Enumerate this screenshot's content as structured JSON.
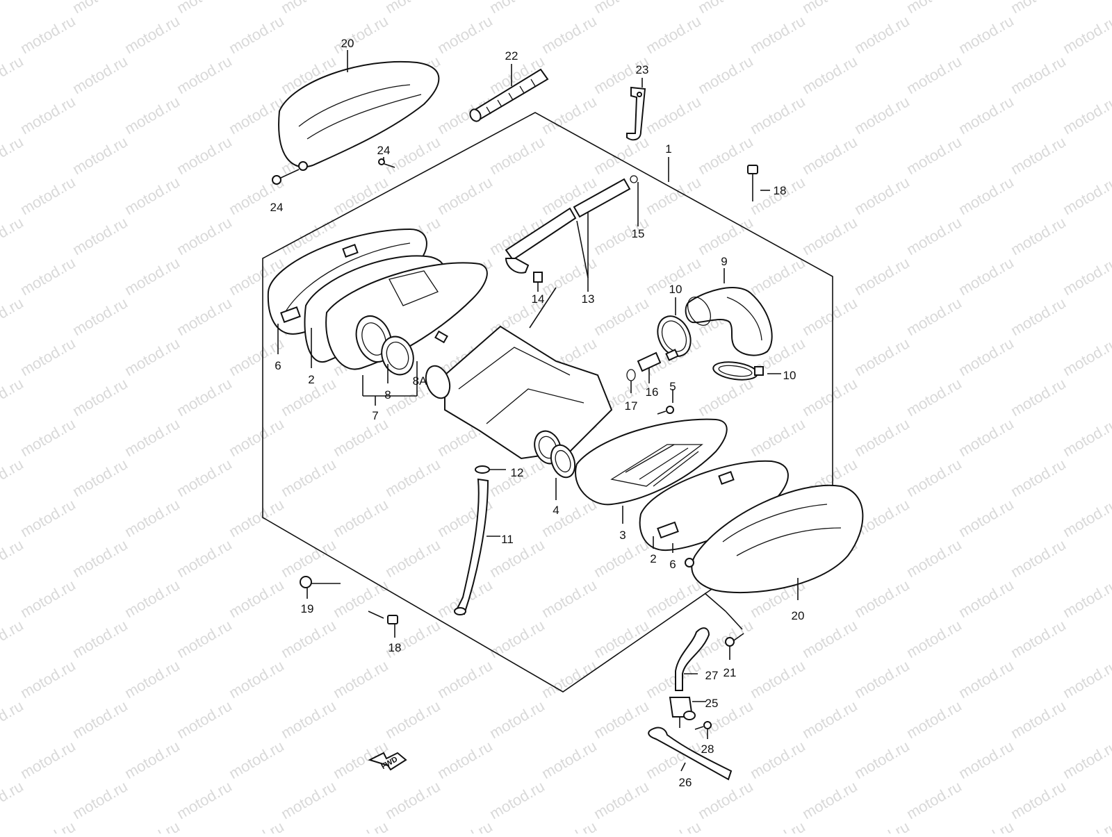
{
  "watermark": "motod.ru",
  "fwd_label": "FWD",
  "callouts": [
    {
      "id": "c20a",
      "text": "20"
    },
    {
      "id": "c22",
      "text": "22"
    },
    {
      "id": "c23",
      "text": "23"
    },
    {
      "id": "c24a",
      "text": "24"
    },
    {
      "id": "c24b",
      "text": "24"
    },
    {
      "id": "c1",
      "text": "1"
    },
    {
      "id": "c18a",
      "text": "18"
    },
    {
      "id": "c15",
      "text": "15"
    },
    {
      "id": "c13",
      "text": "13"
    },
    {
      "id": "c14",
      "text": "14"
    },
    {
      "id": "c9",
      "text": "9"
    },
    {
      "id": "c10a",
      "text": "10"
    },
    {
      "id": "c10b",
      "text": "10"
    },
    {
      "id": "c6a",
      "text": "6"
    },
    {
      "id": "c2a",
      "text": "2"
    },
    {
      "id": "c8",
      "text": "8"
    },
    {
      "id": "c8A",
      "text": "8A"
    },
    {
      "id": "c7",
      "text": "7"
    },
    {
      "id": "c17",
      "text": "17"
    },
    {
      "id": "c16",
      "text": "16"
    },
    {
      "id": "c5",
      "text": "5"
    },
    {
      "id": "c12",
      "text": "12"
    },
    {
      "id": "c4",
      "text": "4"
    },
    {
      "id": "c3",
      "text": "3"
    },
    {
      "id": "c2b",
      "text": "2"
    },
    {
      "id": "c6b",
      "text": "6"
    },
    {
      "id": "c11",
      "text": "11"
    },
    {
      "id": "c20b",
      "text": "20"
    },
    {
      "id": "c19",
      "text": "19"
    },
    {
      "id": "c18b",
      "text": "18"
    },
    {
      "id": "c27",
      "text": "27"
    },
    {
      "id": "c21",
      "text": "21"
    },
    {
      "id": "c25",
      "text": "25"
    },
    {
      "id": "c28",
      "text": "28"
    },
    {
      "id": "c26",
      "text": "26"
    }
  ]
}
